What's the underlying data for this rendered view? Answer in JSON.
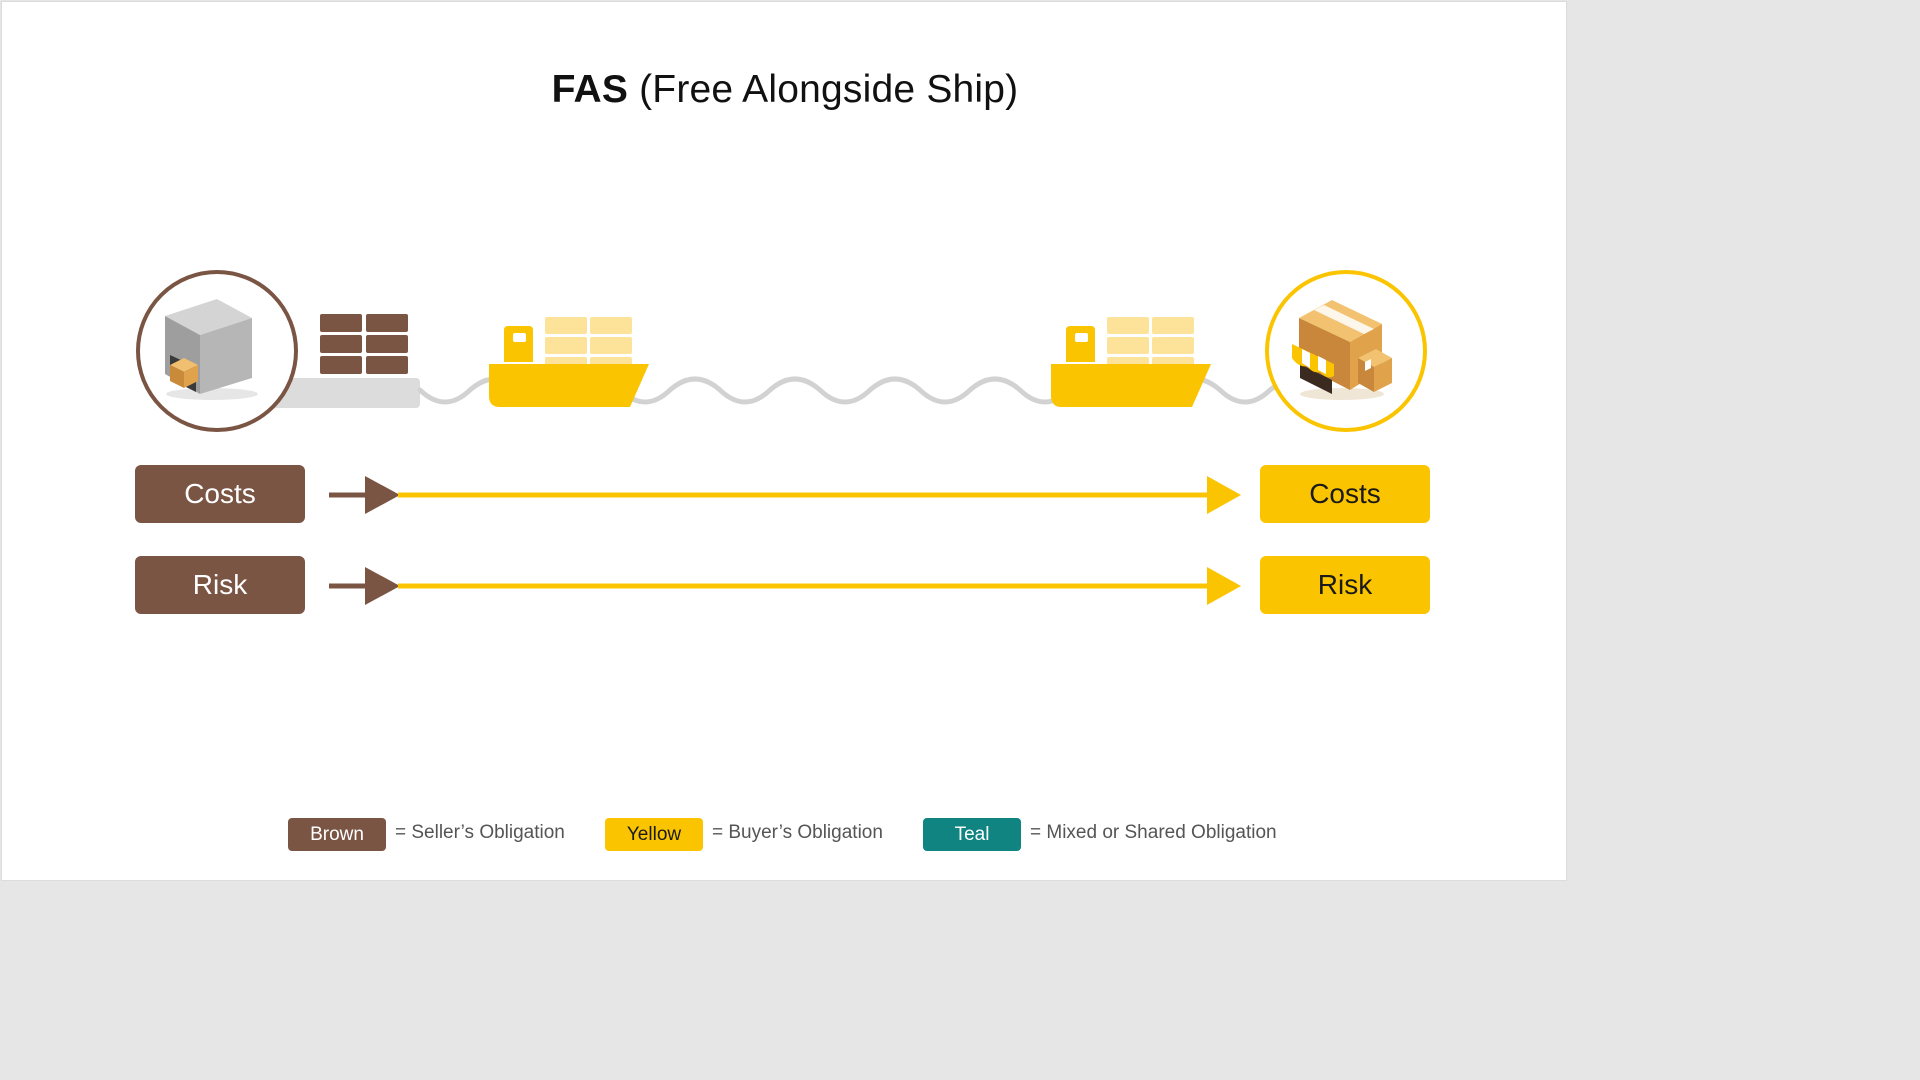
{
  "title": {
    "bold": "FAS",
    "rest": "(Free Alongside Ship)"
  },
  "colors": {
    "seller": "#7b5544",
    "buyer": "#fbc400",
    "shared": "#0f8481",
    "wave": "#d2d2d2",
    "cargo_light": "#fde29a"
  },
  "icons": {
    "seller_icon": "warehouse-icon",
    "buyer_icon": "shop-with-boxes-icon",
    "cargo": "container-stack-icon",
    "ship": "cargo-ship-icon"
  },
  "rows": [
    {
      "left_label": "Costs",
      "right_label": "Costs"
    },
    {
      "left_label": "Risk",
      "right_label": "Risk"
    }
  ],
  "legend": [
    {
      "chip": "Brown",
      "text": "= Seller’s Obligation"
    },
    {
      "chip": "Yellow",
      "text": "= Buyer’s Obligation"
    },
    {
      "chip": "Teal",
      "text": "= Mixed or Shared Obligation"
    }
  ]
}
